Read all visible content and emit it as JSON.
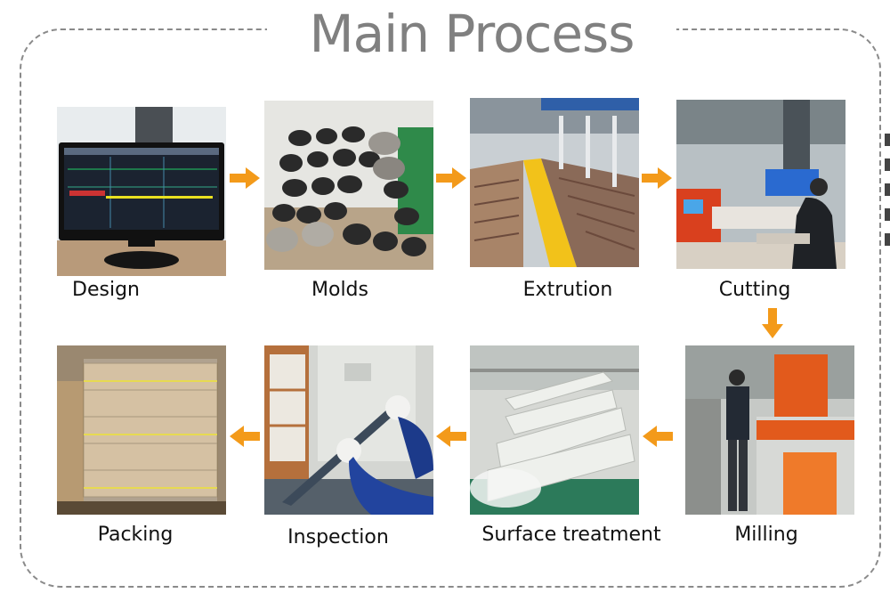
{
  "title": "Main Process",
  "colors": {
    "arrow": "#f39a1a",
    "frame": "#8a8a8a",
    "title": "#808080"
  },
  "steps": [
    {
      "label": "Design",
      "photo": "computer-monitor-photo"
    },
    {
      "label": "Molds",
      "photo": "extrusion-molds-photo"
    },
    {
      "label": "Extrution",
      "photo": "extrusion-line-photo"
    },
    {
      "label": "Cutting",
      "photo": "cutting-machine-photo"
    },
    {
      "label": "Milling",
      "photo": "milling-machine-photo"
    },
    {
      "label": "Surface treatment",
      "photo": "surface-treatment-photo"
    },
    {
      "label": "Inspection",
      "photo": "inspection-photo"
    },
    {
      "label": "Packing",
      "photo": "packing-photo"
    }
  ]
}
